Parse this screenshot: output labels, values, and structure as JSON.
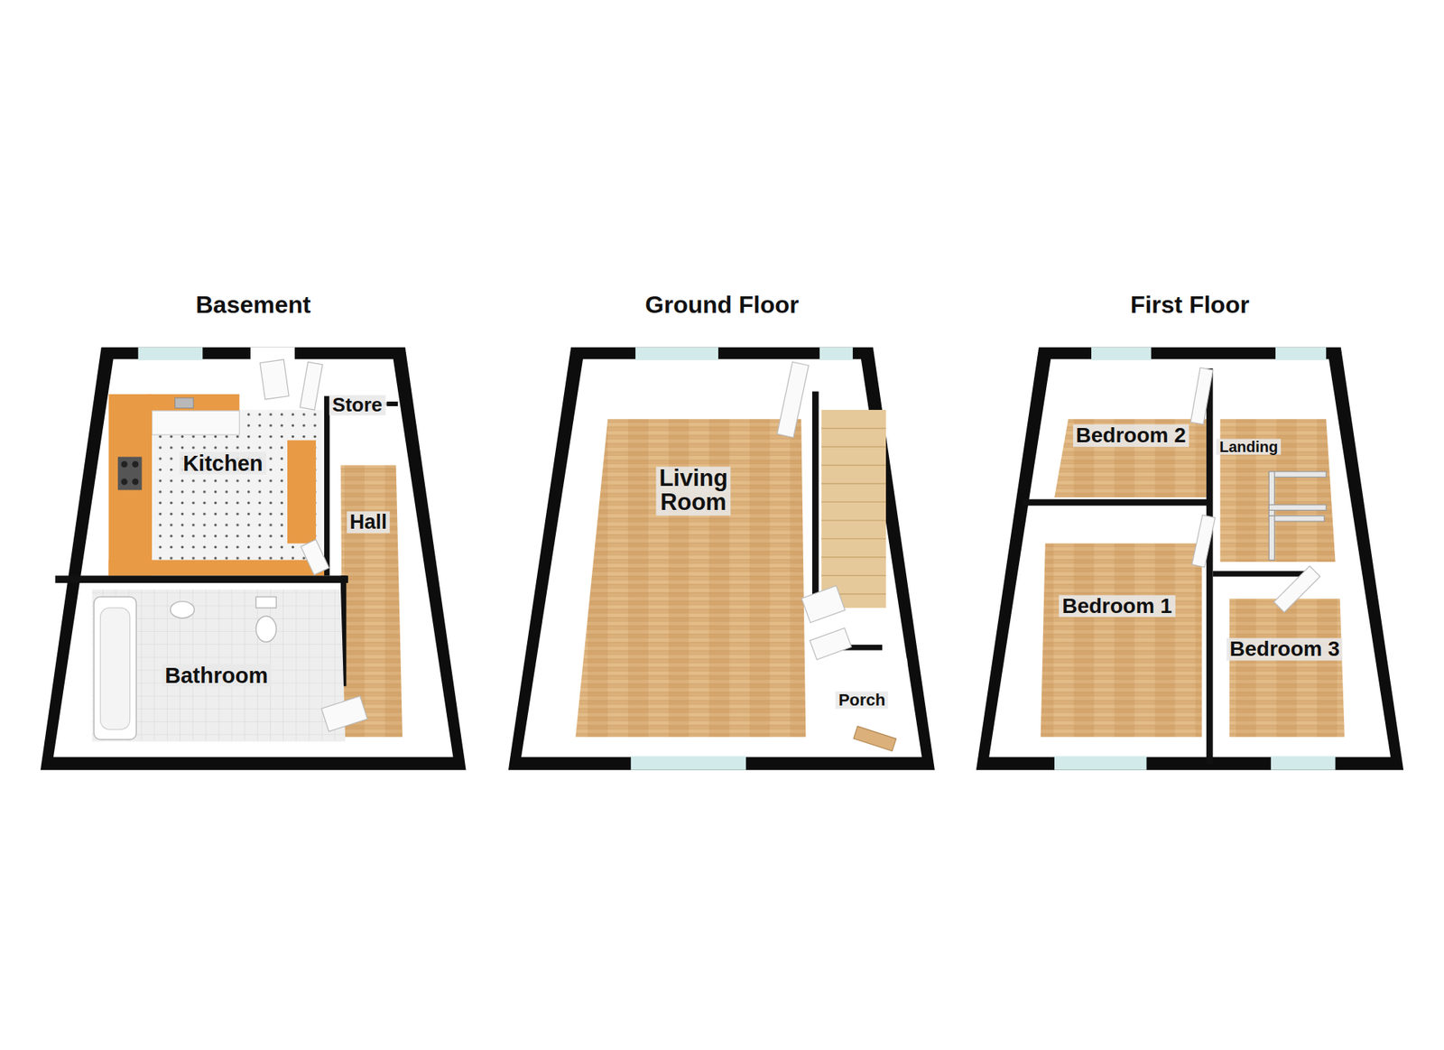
{
  "diagram": {
    "nodes": [
      {
        "text": [
          "Basement"
        ]
      },
      {
        "text": [
          "Kitchen"
        ],
        "in": 0
      },
      {
        "text": [
          "Store"
        ],
        "in": 0
      },
      {
        "text": [
          "Hall"
        ],
        "in": 0
      },
      {
        "text": [
          "Bathroom"
        ],
        "in": 0
      },
      {
        "text": [
          "Ground Floor"
        ]
      },
      {
        "text": [
          "Living Room"
        ],
        "in": 5
      },
      {
        "text": [
          "Porch"
        ],
        "in": 5
      },
      {
        "text": [
          "First Floor"
        ]
      },
      {
        "text": [
          "Bedroom 2"
        ],
        "in": 8
      },
      {
        "text": [
          "Landing"
        ],
        "in": 8
      },
      {
        "text": [
          "Bedroom 1"
        ],
        "in": 8
      },
      {
        "text": [
          "Bedroom 3"
        ],
        "in": 8
      }
    ]
  }
}
